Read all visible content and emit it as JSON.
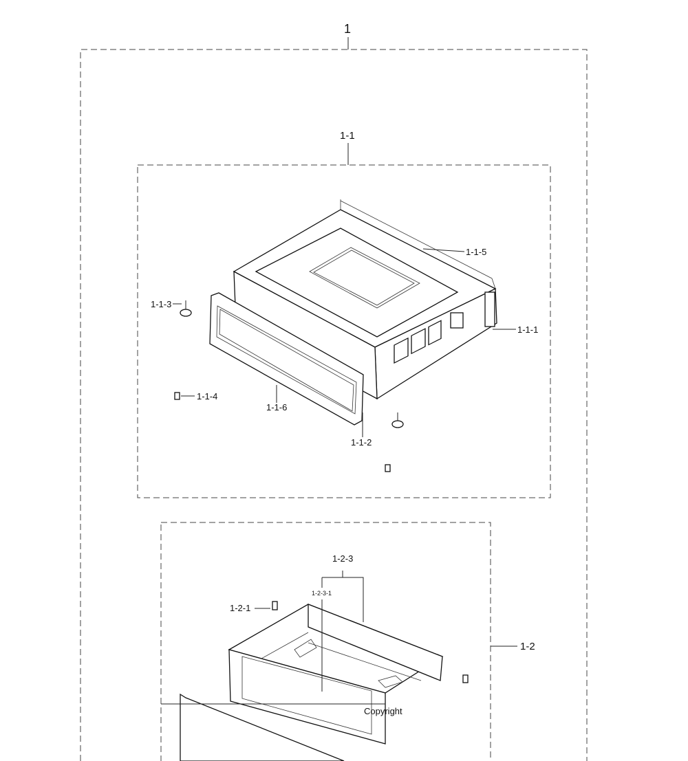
{
  "diagram": {
    "assembly_label": "1",
    "upper_group": {
      "label": "1-1",
      "parts": {
        "p115": "1-1-5",
        "p113": "1-1-3",
        "p111": "1-1-1",
        "p114": "1-1-4",
        "p116": "1-1-6",
        "p112": "1-1-2"
      }
    },
    "lower_group": {
      "label": "1-2",
      "parts": {
        "p123": "1-2-3",
        "p1231": "1-2-3-1",
        "p121": "1-2-1"
      }
    },
    "watermark": "Copyright"
  }
}
